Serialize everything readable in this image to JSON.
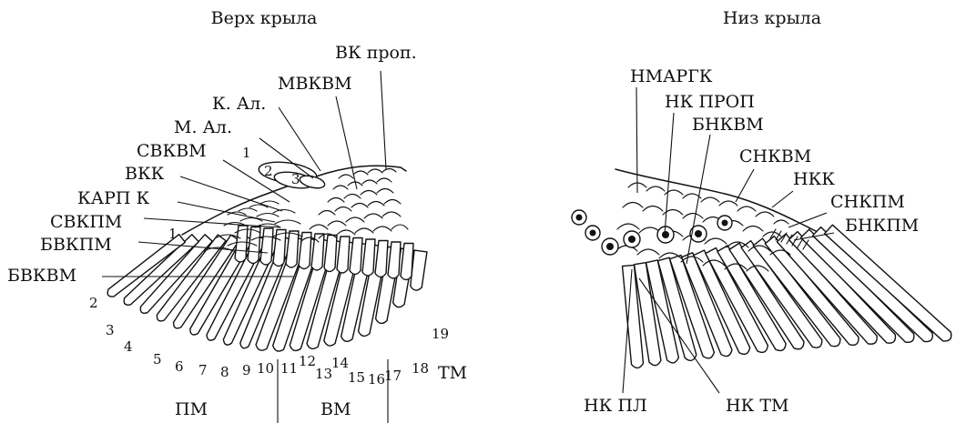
{
  "titles": {
    "upper": "Верх крыла",
    "lower": "Низ крыла"
  },
  "upper_labels": {
    "vk_prop": "ВК проп.",
    "mvkvm": "МВКВМ",
    "k_al": "К. Ал.",
    "m_al": "М. Ал.",
    "svkvm": "СВКВМ",
    "vkk": "ВКК",
    "karp_k": "КАРП К",
    "svkpm": "СВКПМ",
    "bvkpm": "БВКПМ",
    "bvkvm": "БВКВМ"
  },
  "alula_numbers": [
    "1",
    "2",
    "3"
  ],
  "covert_row_number": "1",
  "feather_numbers": [
    "2",
    "3",
    "4",
    "5",
    "6",
    "7",
    "8",
    "9",
    "10",
    "11",
    "12",
    "13",
    "14",
    "15",
    "16",
    "17",
    "18",
    "19"
  ],
  "group_labels": {
    "pm": "ПМ",
    "vm": "ВМ",
    "tm": "ТМ"
  },
  "lower_labels": {
    "nmargk": "НМАРГК",
    "nk_prop": "НК ПРОП",
    "bnkvm": "БНКВМ",
    "snkvm": "СНКВМ",
    "nkk": "НКК",
    "snkpm": "СНКПМ",
    "bnkpm": "БНКПМ",
    "nk_pl": "НК ПЛ",
    "nk_tm": "НК ТМ"
  }
}
